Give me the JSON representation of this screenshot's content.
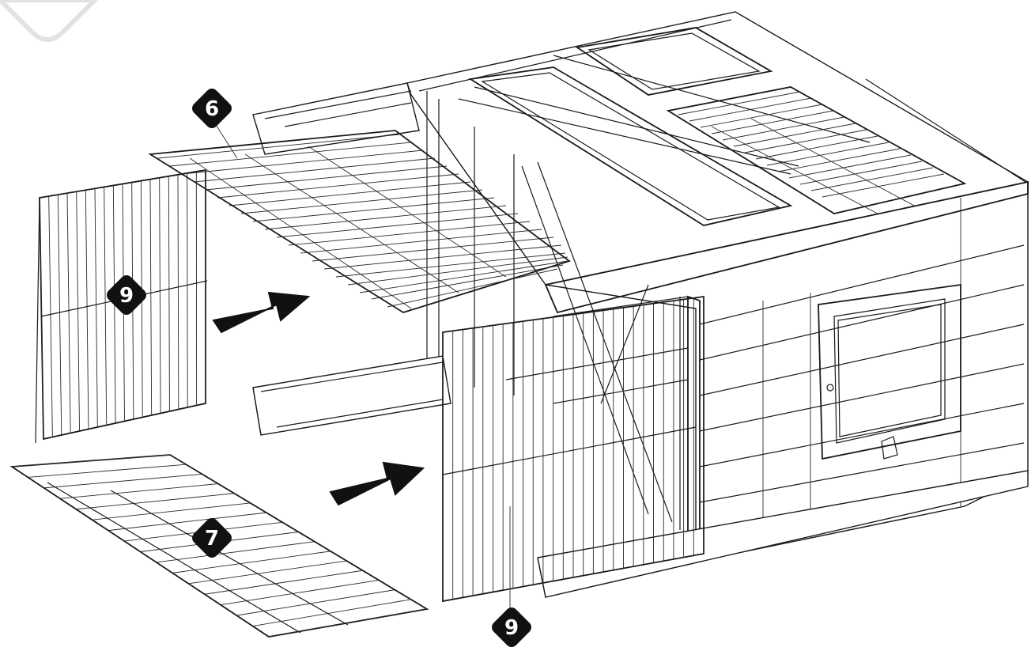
{
  "callouts": {
    "c6": "6",
    "c9a": "9",
    "c7": "7",
    "c9b": "9"
  },
  "colors": {
    "line": "#1a1a1a",
    "callout_fill": "#111111",
    "callout_text": "#ffffff",
    "watermark": "#e2e2e2"
  }
}
